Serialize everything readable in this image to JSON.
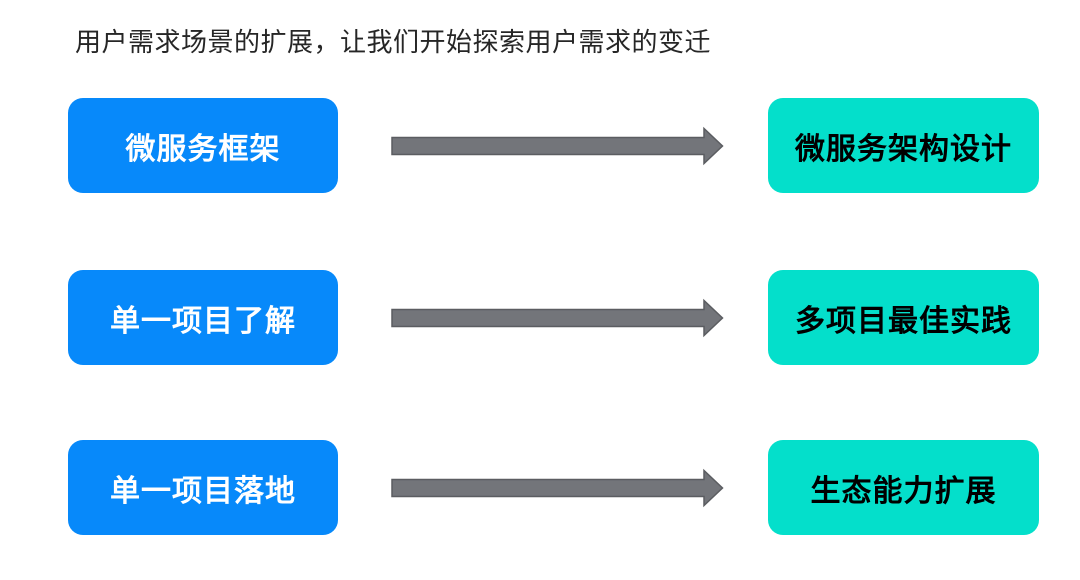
{
  "title": "用户需求场景的扩展，让我们开始探索用户需求的变迁",
  "colors": {
    "background": "#ffffff",
    "title_text": "#262626",
    "source_box": "#0789fa",
    "source_text": "#ffffff",
    "target_box": "#04dfcb",
    "target_text": "#000000",
    "arrow_fill": "#73757a",
    "arrow_stroke": "#5b5d61"
  },
  "rows": [
    {
      "source": "微服务框架",
      "target": "微服务架构设计"
    },
    {
      "source": "单一项目了解",
      "target": "多项目最佳实践"
    },
    {
      "source": "单一项目落地",
      "target": "生态能力扩展"
    }
  ]
}
